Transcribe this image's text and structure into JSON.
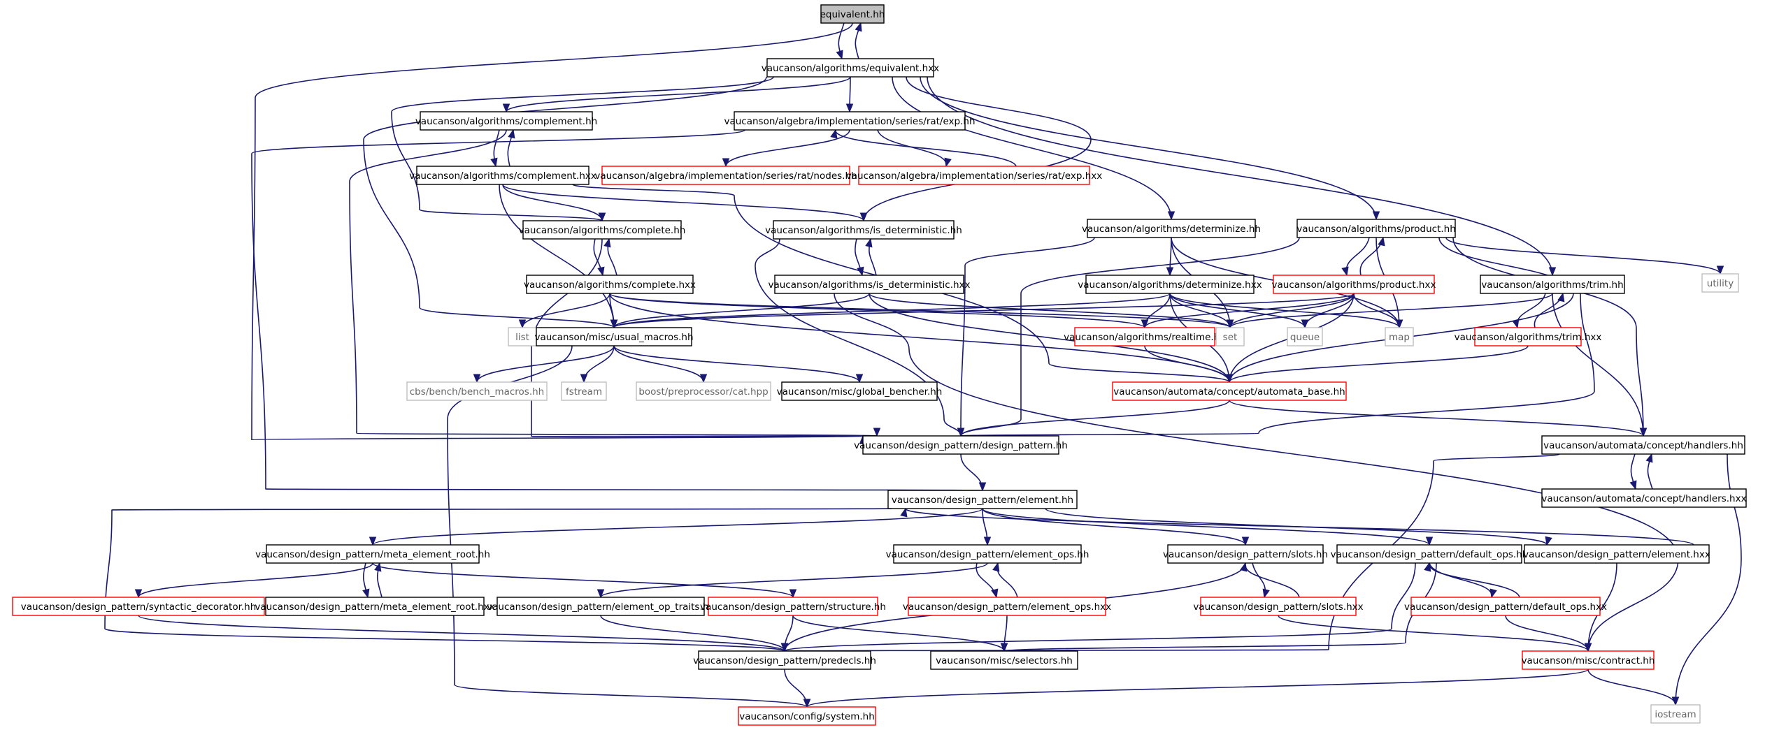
{
  "graph": {
    "title": "equivalent.hh",
    "colors": {
      "edge": "#191970",
      "root_fill": "#bfbfbf",
      "documented_border": "#000000",
      "incomplete_border": "#ff0000",
      "external_border": "#bfbfbf",
      "external_text": "#666666",
      "background": "#ffffff"
    },
    "nodes": [
      {
        "id": "equivalent_hh",
        "label": "equivalent.hh",
        "kind": "root"
      },
      {
        "id": "alg_equivalent_hxx",
        "label": "vaucanson/algorithms/equivalent.hxx",
        "kind": "documented"
      },
      {
        "id": "alg_complement_hh",
        "label": "vaucanson/algorithms/complement.hh",
        "kind": "documented"
      },
      {
        "id": "exp_hh",
        "label": "vaucanson/algebra/implementation/series/rat/exp.hh",
        "kind": "documented"
      },
      {
        "id": "nodes_hh",
        "label": "vaucanson/algebra/implementation/series/rat/nodes.hh",
        "kind": "incomplete"
      },
      {
        "id": "exp_hxx",
        "label": "vaucanson/algebra/implementation/series/rat/exp.hxx",
        "kind": "incomplete"
      },
      {
        "id": "alg_complement_hxx",
        "label": "vaucanson/algorithms/complement.hxx",
        "kind": "documented"
      },
      {
        "id": "alg_complete_hh",
        "label": "vaucanson/algorithms/complete.hh",
        "kind": "documented"
      },
      {
        "id": "alg_is_det_hh",
        "label": "vaucanson/algorithms/is_deterministic.hh",
        "kind": "documented"
      },
      {
        "id": "alg_determinize_hh",
        "label": "vaucanson/algorithms/determinize.hh",
        "kind": "documented"
      },
      {
        "id": "alg_product_hh",
        "label": "vaucanson/algorithms/product.hh",
        "kind": "documented"
      },
      {
        "id": "utility",
        "label": "utility",
        "kind": "external"
      },
      {
        "id": "alg_complete_hxx",
        "label": "vaucanson/algorithms/complete.hxx",
        "kind": "documented"
      },
      {
        "id": "alg_is_det_hxx",
        "label": "vaucanson/algorithms/is_deterministic.hxx",
        "kind": "documented"
      },
      {
        "id": "alg_determinize_hxx",
        "label": "vaucanson/algorithms/determinize.hxx",
        "kind": "documented"
      },
      {
        "id": "alg_product_hxx",
        "label": "vaucanson/algorithms/product.hxx",
        "kind": "incomplete"
      },
      {
        "id": "alg_trim_hh",
        "label": "vaucanson/algorithms/trim.hh",
        "kind": "documented"
      },
      {
        "id": "list",
        "label": "list",
        "kind": "external"
      },
      {
        "id": "usual_macros",
        "label": "vaucanson/misc/usual_macros.hh",
        "kind": "documented"
      },
      {
        "id": "alg_realtime_hh",
        "label": "vaucanson/algorithms/realtime.hh",
        "kind": "incomplete"
      },
      {
        "id": "set",
        "label": "set",
        "kind": "external"
      },
      {
        "id": "queue",
        "label": "queue",
        "kind": "external"
      },
      {
        "id": "map",
        "label": "map",
        "kind": "external"
      },
      {
        "id": "alg_trim_hxx",
        "label": "vaucanson/algorithms/trim.hxx",
        "kind": "incomplete"
      },
      {
        "id": "bench_macros",
        "label": "cbs/bench/bench_macros.hh",
        "kind": "external"
      },
      {
        "id": "fstream",
        "label": "fstream",
        "kind": "external"
      },
      {
        "id": "boost_cat",
        "label": "boost/preprocessor/cat.hpp",
        "kind": "external"
      },
      {
        "id": "global_bencher",
        "label": "vaucanson/misc/global_bencher.hh",
        "kind": "documented"
      },
      {
        "id": "automata_base",
        "label": "vaucanson/automata/concept/automata_base.hh",
        "kind": "incomplete"
      },
      {
        "id": "design_pattern",
        "label": "vaucanson/design_pattern/design_pattern.hh",
        "kind": "documented"
      },
      {
        "id": "handlers_hh",
        "label": "vaucanson/automata/concept/handlers.hh",
        "kind": "documented"
      },
      {
        "id": "element_hh",
        "label": "vaucanson/design_pattern/element.hh",
        "kind": "documented"
      },
      {
        "id": "handlers_hxx",
        "label": "vaucanson/automata/concept/handlers.hxx",
        "kind": "documented"
      },
      {
        "id": "meta_root_hh",
        "label": "vaucanson/design_pattern/meta_element_root.hh",
        "kind": "documented"
      },
      {
        "id": "element_ops_hh",
        "label": "vaucanson/design_pattern/element_ops.hh",
        "kind": "documented"
      },
      {
        "id": "slots_hh",
        "label": "vaucanson/design_pattern/slots.hh",
        "kind": "documented"
      },
      {
        "id": "default_ops_hh",
        "label": "vaucanson/design_pattern/default_ops.hh",
        "kind": "documented"
      },
      {
        "id": "element_hxx",
        "label": "vaucanson/design_pattern/element.hxx",
        "kind": "documented"
      },
      {
        "id": "syntactic_decorator",
        "label": "vaucanson/design_pattern/syntactic_decorator.hh",
        "kind": "incomplete"
      },
      {
        "id": "meta_root_hxx",
        "label": "vaucanson/design_pattern/meta_element_root.hxx",
        "kind": "documented"
      },
      {
        "id": "element_op_traits",
        "label": "vaucanson/design_pattern/element_op_traits.hh",
        "kind": "documented"
      },
      {
        "id": "structure_hh",
        "label": "vaucanson/design_pattern/structure.hh",
        "kind": "incomplete"
      },
      {
        "id": "element_ops_hxx",
        "label": "vaucanson/design_pattern/element_ops.hxx",
        "kind": "incomplete"
      },
      {
        "id": "slots_hxx",
        "label": "vaucanson/design_pattern/slots.hxx",
        "kind": "incomplete"
      },
      {
        "id": "default_ops_hxx",
        "label": "vaucanson/design_pattern/default_ops.hxx",
        "kind": "incomplete"
      },
      {
        "id": "predecls_hh",
        "label": "vaucanson/design_pattern/predecls.hh",
        "kind": "documented"
      },
      {
        "id": "selectors_hh",
        "label": "vaucanson/misc/selectors.hh",
        "kind": "documented"
      },
      {
        "id": "contract_hh",
        "label": "vaucanson/misc/contract.hh",
        "kind": "incomplete"
      },
      {
        "id": "system_hh",
        "label": "vaucanson/config/system.hh",
        "kind": "incomplete"
      },
      {
        "id": "iostream",
        "label": "iostream",
        "kind": "external"
      }
    ],
    "edges": [
      {
        "from": "equivalent_hh",
        "to": "alg_equivalent_hxx"
      },
      {
        "from": "alg_equivalent_hxx",
        "to": "equivalent_hh"
      },
      {
        "from": "equivalent_hh",
        "to": "design_pattern"
      },
      {
        "from": "alg_equivalent_hxx",
        "to": "alg_complement_hh"
      },
      {
        "from": "alg_equivalent_hxx",
        "to": "exp_hh"
      },
      {
        "from": "alg_equivalent_hxx",
        "to": "alg_complete_hh"
      },
      {
        "from": "alg_equivalent_hxx",
        "to": "alg_is_det_hh"
      },
      {
        "from": "alg_equivalent_hxx",
        "to": "alg_determinize_hh"
      },
      {
        "from": "alg_equivalent_hxx",
        "to": "alg_product_hh"
      },
      {
        "from": "alg_equivalent_hxx",
        "to": "alg_trim_hh"
      },
      {
        "from": "alg_equivalent_hxx",
        "to": "usual_macros"
      },
      {
        "from": "alg_complement_hh",
        "to": "alg_complement_hxx"
      },
      {
        "from": "alg_complement_hxx",
        "to": "alg_complement_hh"
      },
      {
        "from": "alg_complement_hh",
        "to": "design_pattern"
      },
      {
        "from": "exp_hh",
        "to": "nodes_hh"
      },
      {
        "from": "exp_hh",
        "to": "exp_hxx"
      },
      {
        "from": "exp_hxx",
        "to": "exp_hh"
      },
      {
        "from": "exp_hh",
        "to": "element_hh"
      },
      {
        "from": "alg_complement_hxx",
        "to": "alg_complete_hh"
      },
      {
        "from": "alg_complement_hxx",
        "to": "alg_is_det_hh"
      },
      {
        "from": "alg_complement_hxx",
        "to": "usual_macros"
      },
      {
        "from": "alg_complement_hxx",
        "to": "automata_base"
      },
      {
        "from": "alg_complete_hh",
        "to": "alg_complete_hxx"
      },
      {
        "from": "alg_complete_hxx",
        "to": "alg_complete_hh"
      },
      {
        "from": "alg_complete_hh",
        "to": "design_pattern"
      },
      {
        "from": "alg_complete_hxx",
        "to": "list"
      },
      {
        "from": "alg_complete_hxx",
        "to": "usual_macros"
      },
      {
        "from": "alg_complete_hxx",
        "to": "alg_realtime_hh"
      },
      {
        "from": "alg_complete_hxx",
        "to": "set"
      },
      {
        "from": "alg_complete_hxx",
        "to": "automata_base"
      },
      {
        "from": "alg_is_det_hh",
        "to": "alg_is_det_hxx"
      },
      {
        "from": "alg_is_det_hxx",
        "to": "alg_is_det_hh"
      },
      {
        "from": "alg_is_det_hh",
        "to": "design_pattern"
      },
      {
        "from": "alg_is_det_hxx",
        "to": "usual_macros"
      },
      {
        "from": "alg_is_det_hxx",
        "to": "set"
      },
      {
        "from": "alg_is_det_hxx",
        "to": "automata_base"
      },
      {
        "from": "alg_is_det_hxx",
        "to": "contract_hh"
      },
      {
        "from": "alg_determinize_hh",
        "to": "alg_determinize_hxx"
      },
      {
        "from": "alg_determinize_hh",
        "to": "design_pattern"
      },
      {
        "from": "alg_determinize_hh",
        "to": "set"
      },
      {
        "from": "alg_determinize_hh",
        "to": "map"
      },
      {
        "from": "alg_determinize_hxx",
        "to": "usual_macros"
      },
      {
        "from": "alg_determinize_hxx",
        "to": "alg_realtime_hh"
      },
      {
        "from": "alg_determinize_hxx",
        "to": "set"
      },
      {
        "from": "alg_determinize_hxx",
        "to": "queue"
      },
      {
        "from": "alg_determinize_hxx",
        "to": "map"
      },
      {
        "from": "alg_determinize_hxx",
        "to": "automata_base"
      },
      {
        "from": "alg_product_hh",
        "to": "alg_product_hxx"
      },
      {
        "from": "alg_product_hxx",
        "to": "alg_product_hh"
      },
      {
        "from": "alg_product_hh",
        "to": "design_pattern"
      },
      {
        "from": "alg_product_hh",
        "to": "utility"
      },
      {
        "from": "alg_product_hh",
        "to": "map"
      },
      {
        "from": "alg_product_hh",
        "to": "handlers_hh"
      },
      {
        "from": "alg_product_hh",
        "to": "automata_base"
      },
      {
        "from": "alg_product_hxx",
        "to": "usual_macros"
      },
      {
        "from": "alg_product_hxx",
        "to": "alg_realtime_hh"
      },
      {
        "from": "alg_product_hxx",
        "to": "set"
      },
      {
        "from": "alg_product_hxx",
        "to": "queue"
      },
      {
        "from": "alg_product_hxx",
        "to": "map"
      },
      {
        "from": "alg_product_hxx",
        "to": "automata_base"
      },
      {
        "from": "alg_trim_hh",
        "to": "alg_trim_hxx"
      },
      {
        "from": "alg_trim_hxx",
        "to": "alg_trim_hh"
      },
      {
        "from": "alg_trim_hh",
        "to": "set"
      },
      {
        "from": "alg_trim_hh",
        "to": "handlers_hh"
      },
      {
        "from": "alg_trim_hh",
        "to": "design_pattern"
      },
      {
        "from": "alg_trim_hxx",
        "to": "automata_base"
      },
      {
        "from": "usual_macros",
        "to": "bench_macros"
      },
      {
        "from": "usual_macros",
        "to": "fstream"
      },
      {
        "from": "usual_macros",
        "to": "boost_cat"
      },
      {
        "from": "usual_macros",
        "to": "global_bencher"
      },
      {
        "from": "usual_macros",
        "to": "system_hh"
      },
      {
        "from": "alg_realtime_hh",
        "to": "automata_base"
      },
      {
        "from": "automata_base",
        "to": "design_pattern"
      },
      {
        "from": "automata_base",
        "to": "handlers_hh"
      },
      {
        "from": "design_pattern",
        "to": "element_hh"
      },
      {
        "from": "handlers_hh",
        "to": "handlers_hxx"
      },
      {
        "from": "handlers_hxx",
        "to": "handlers_hh"
      },
      {
        "from": "handlers_hh",
        "to": "predecls_hh"
      },
      {
        "from": "handlers_hh",
        "to": "iostream"
      },
      {
        "from": "element_hh",
        "to": "meta_root_hh"
      },
      {
        "from": "element_hh",
        "to": "element_ops_hh"
      },
      {
        "from": "element_hh",
        "to": "slots_hh"
      },
      {
        "from": "element_hh",
        "to": "default_ops_hh"
      },
      {
        "from": "element_hh",
        "to": "element_hxx"
      },
      {
        "from": "element_hxx",
        "to": "element_hh"
      },
      {
        "from": "element_hh",
        "to": "predecls_hh"
      },
      {
        "from": "meta_root_hh",
        "to": "syntactic_decorator"
      },
      {
        "from": "meta_root_hh",
        "to": "meta_root_hxx"
      },
      {
        "from": "meta_root_hxx",
        "to": "meta_root_hh"
      },
      {
        "from": "meta_root_hh",
        "to": "structure_hh"
      },
      {
        "from": "element_ops_hh",
        "to": "element_op_traits"
      },
      {
        "from": "element_ops_hh",
        "to": "element_ops_hxx"
      },
      {
        "from": "element_ops_hxx",
        "to": "element_ops_hh"
      },
      {
        "from": "slots_hh",
        "to": "slots_hxx"
      },
      {
        "from": "slots_hxx",
        "to": "slots_hh"
      },
      {
        "from": "slots_hh",
        "to": "predecls_hh"
      },
      {
        "from": "default_ops_hh",
        "to": "default_ops_hxx"
      },
      {
        "from": "default_ops_hxx",
        "to": "default_ops_hh"
      },
      {
        "from": "default_ops_hh",
        "to": "predecls_hh"
      },
      {
        "from": "default_ops_hh",
        "to": "selectors_hh"
      },
      {
        "from": "element_hxx",
        "to": "contract_hh"
      },
      {
        "from": "syntactic_decorator",
        "to": "predecls_hh"
      },
      {
        "from": "element_op_traits",
        "to": "predecls_hh"
      },
      {
        "from": "structure_hh",
        "to": "predecls_hh"
      },
      {
        "from": "structure_hh",
        "to": "selectors_hh"
      },
      {
        "from": "element_ops_hxx",
        "to": "selectors_hh"
      },
      {
        "from": "slots_hxx",
        "to": "contract_hh"
      },
      {
        "from": "default_ops_hxx",
        "to": "contract_hh"
      },
      {
        "from": "predecls_hh",
        "to": "system_hh"
      },
      {
        "from": "contract_hh",
        "to": "system_hh"
      },
      {
        "from": "contract_hh",
        "to": "iostream"
      }
    ]
  }
}
